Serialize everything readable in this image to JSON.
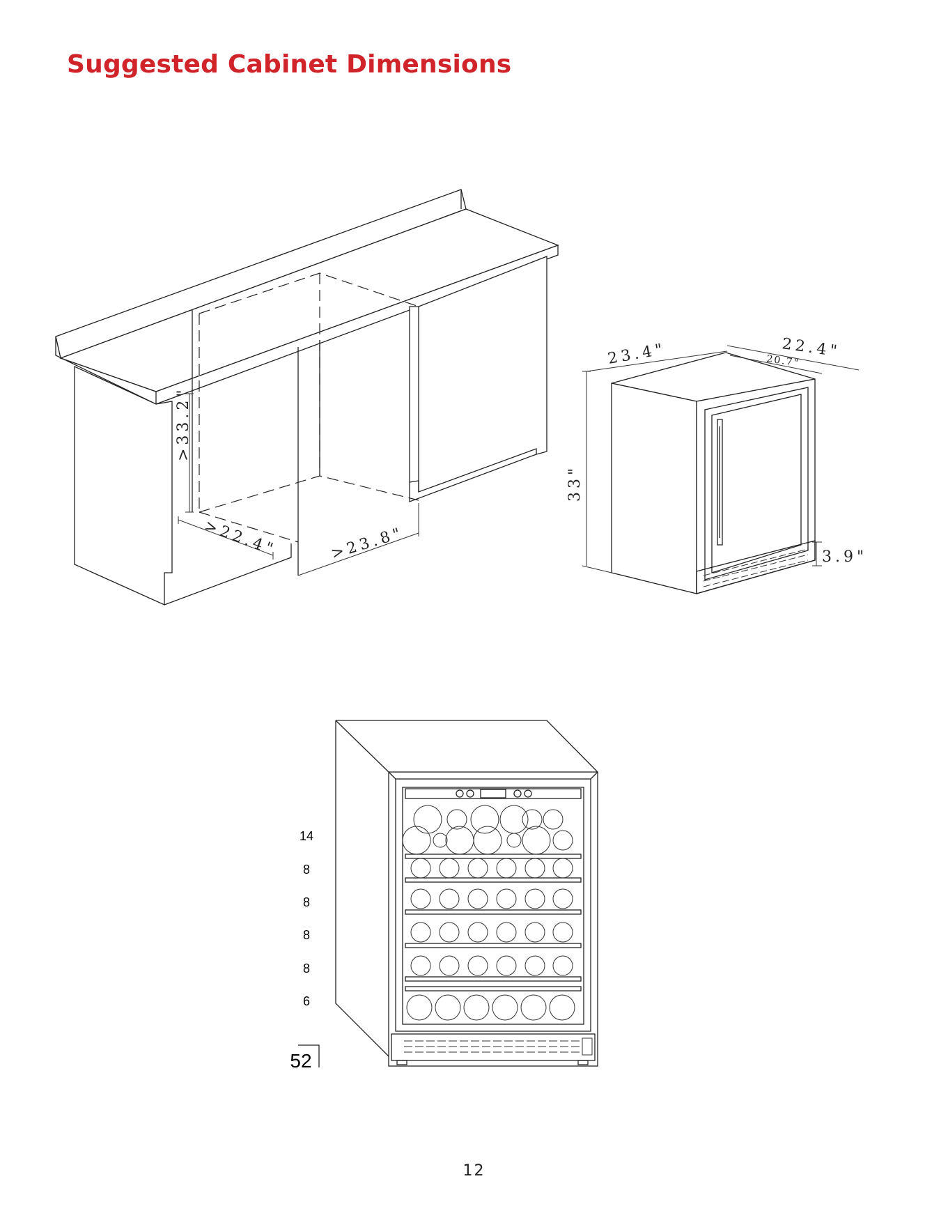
{
  "heading": {
    "title": "Suggested Cabinet Dimensions",
    "color": "#d1232a"
  },
  "cabinet_opening": {
    "height_label": ">33.2\"",
    "depth_label": ">22.4\"",
    "width_label": ">23.8\""
  },
  "unit_dimensions": {
    "width_label": "23.4\"",
    "depth_label": "22.4\"",
    "depth_inner_label": "20.7\"",
    "height_label": "33\"",
    "toe_kick_label": "3.9\""
  },
  "bottle_capacity": {
    "shelf_counts": [
      "14",
      "8",
      "8",
      "8",
      "8",
      "6"
    ],
    "total": "52"
  },
  "footer": {
    "page_number": "12"
  }
}
